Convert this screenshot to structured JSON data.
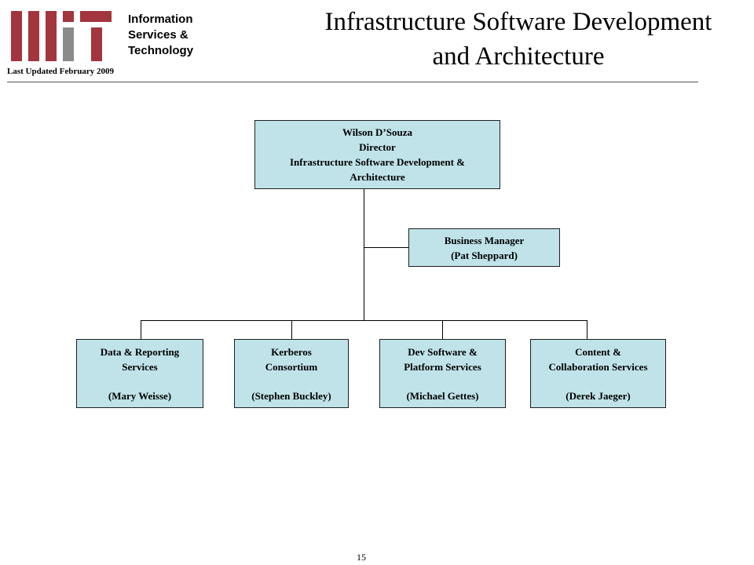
{
  "header": {
    "logo": {
      "text": "MIT",
      "colors": {
        "red": "#a3353f",
        "gray": "#8a8a8a"
      }
    },
    "org_lines": [
      "Information",
      "Services &",
      "Technology"
    ],
    "last_updated": "Last Updated  February 2009",
    "title_lines": [
      "Infrastructure Software Development",
      "and Architecture"
    ]
  },
  "colors": {
    "box_fill": "#bfe3e8",
    "box_border": "#1e1e1e"
  },
  "director": {
    "name": "Wilson D’Souza",
    "role": "Director",
    "dept_lines": [
      "Infrastructure Software Development &",
      "Architecture"
    ]
  },
  "staff": {
    "title": "Business Manager",
    "person": "(Pat Sheppard)"
  },
  "units": [
    {
      "lines": [
        "Data & Reporting",
        "Services"
      ],
      "person": "(Mary Weisse)"
    },
    {
      "lines": [
        "Kerberos",
        "Consortium"
      ],
      "person": "(Stephen Buckley)"
    },
    {
      "lines": [
        "Dev Software &",
        "Platform Services"
      ],
      "person": "(Michael Gettes)"
    },
    {
      "lines": [
        "Content &",
        "Collaboration Services"
      ],
      "person": "(Derek Jaeger)"
    }
  ],
  "footer": {
    "page_number": "15"
  }
}
